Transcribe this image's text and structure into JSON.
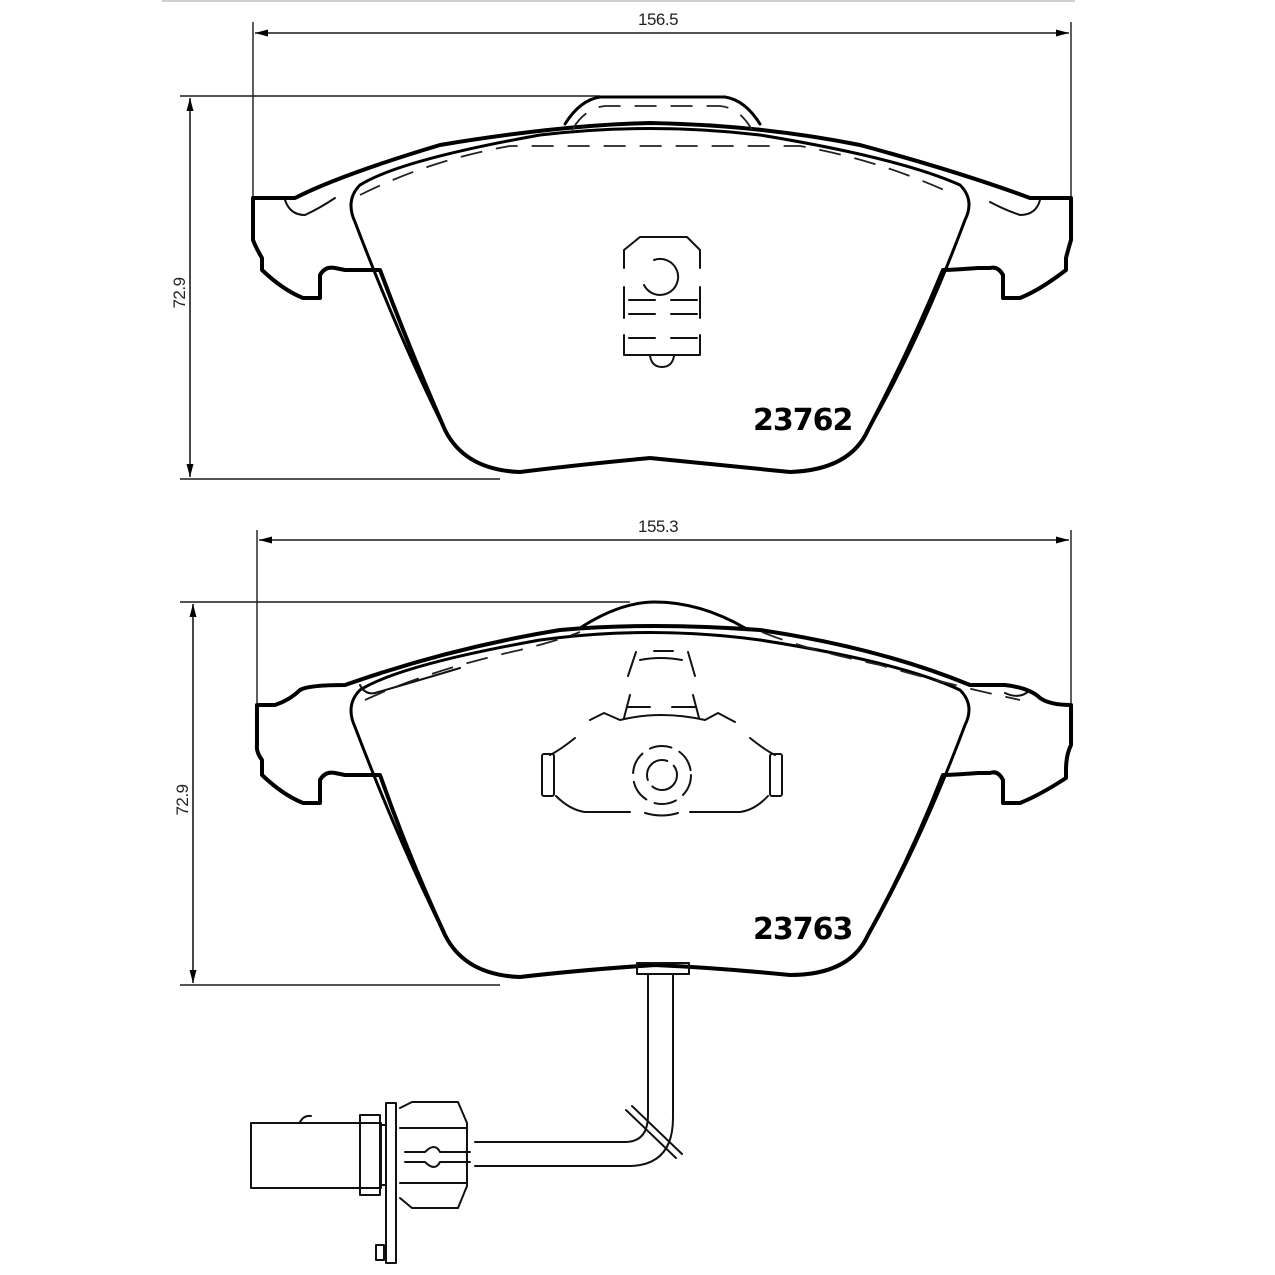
{
  "diagram": {
    "type": "technical drawing",
    "subject": "brake pad set",
    "top_gray_rule": true
  },
  "pads": [
    {
      "part_number": "23762",
      "width_dimension": "156.5",
      "height_dimension": "72.9",
      "has_wear_sensor": false,
      "features": [
        "backing plate",
        "spring clip"
      ]
    },
    {
      "part_number": "23763",
      "width_dimension": "155.3",
      "height_dimension": "72.9",
      "has_wear_sensor": true,
      "features": [
        "backing plate",
        "spring clip",
        "wear sensor cable",
        "sensor connector"
      ]
    }
  ],
  "colors": {
    "line": "#000000",
    "background": "#ffffff"
  }
}
